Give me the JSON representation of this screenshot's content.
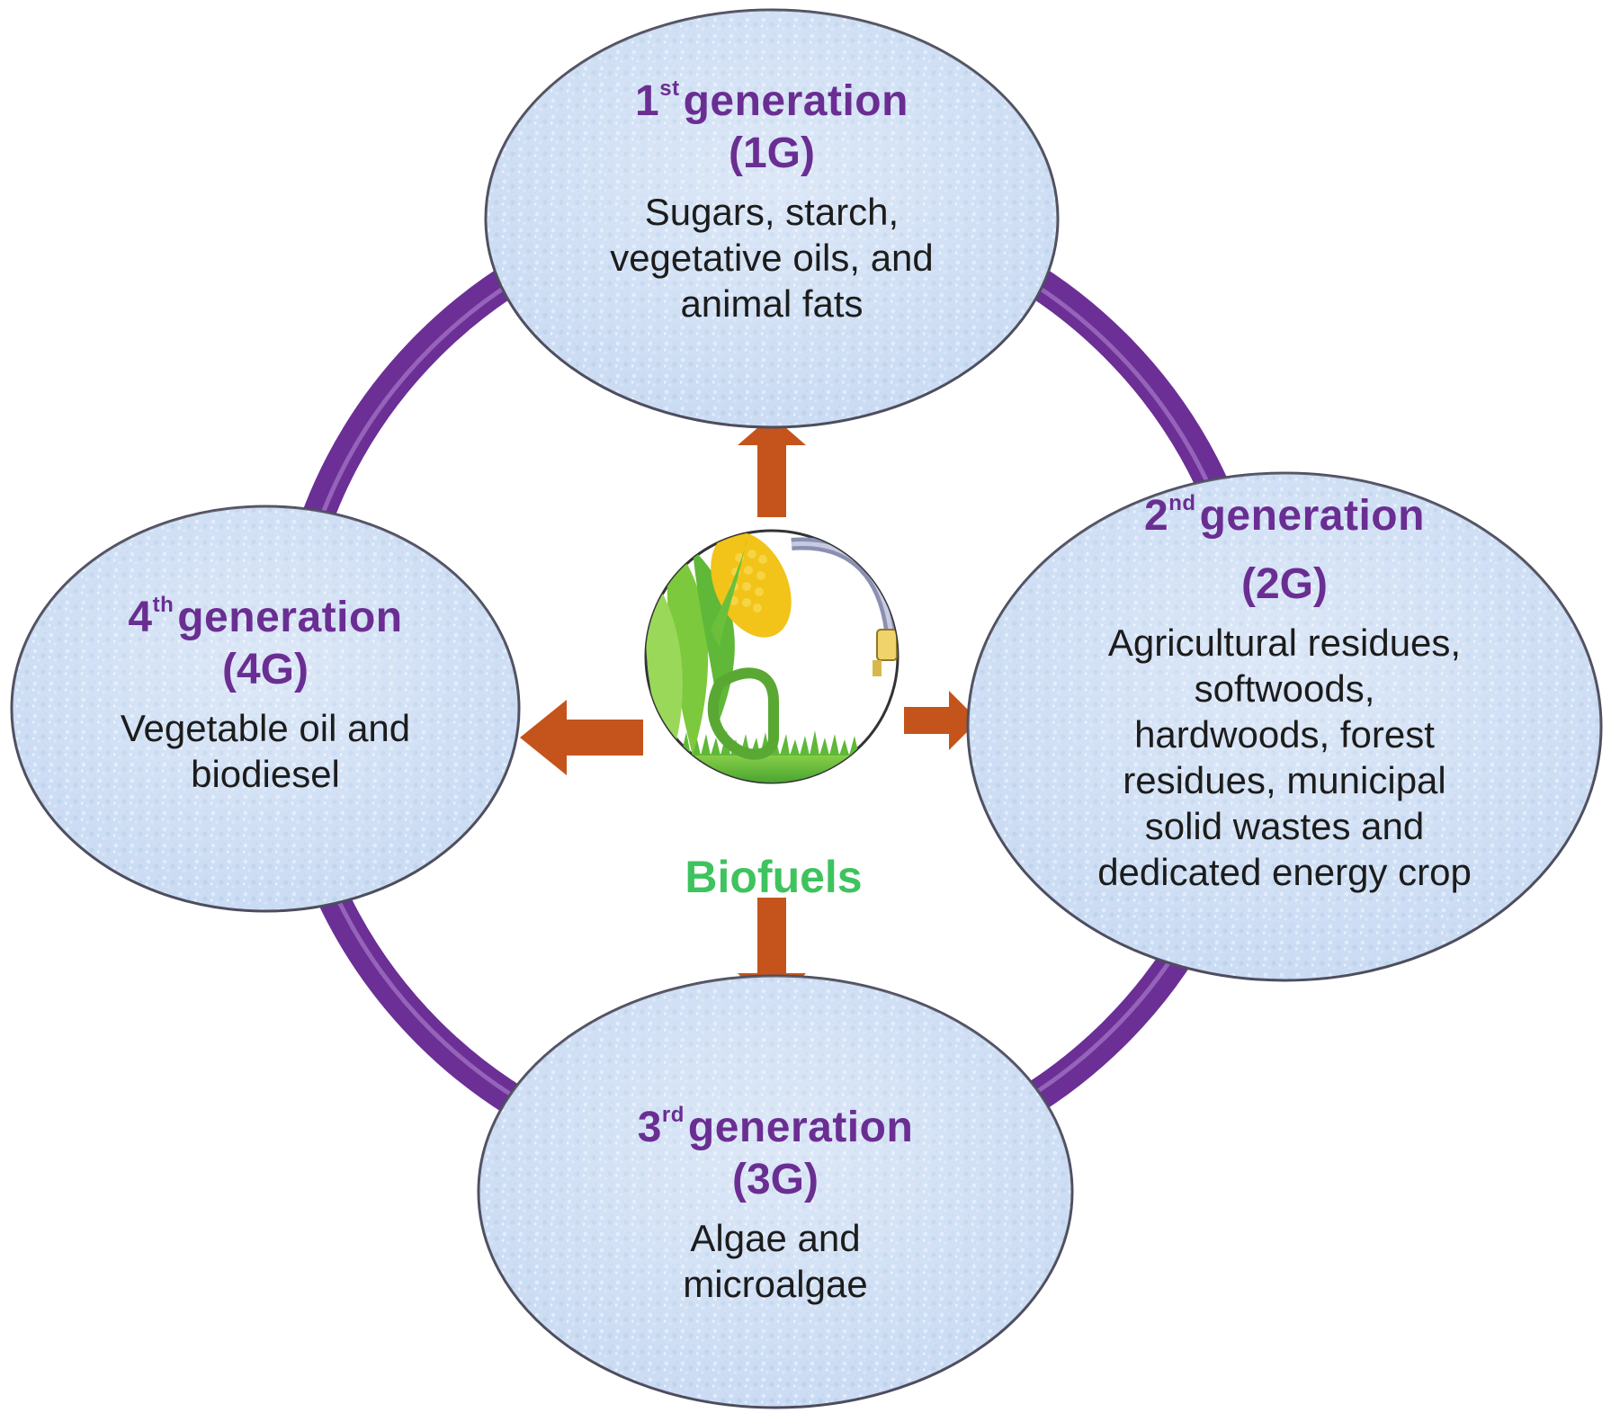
{
  "center": {
    "label": "Biofuels",
    "icon": "biofuel-leaf-fuel-nozzle-icon"
  },
  "generations": [
    {
      "id": "1G",
      "ordinal_num": "1",
      "ordinal_suffix": "st",
      "title_word": "generation",
      "code": "(1G)",
      "description": "Sugars, starch,\nvegetative oils, and\nanimal fats"
    },
    {
      "id": "2G",
      "ordinal_num": "2",
      "ordinal_suffix": "nd",
      "title_word": "generation",
      "code": "(2G)",
      "description": "Agricultural residues,\nsoftwoods,\nhardwoods, forest\nresidues, municipal\nsolid wastes and\ndedicated energy crop"
    },
    {
      "id": "3G",
      "ordinal_num": "3",
      "ordinal_suffix": "rd",
      "title_word": "generation",
      "code": "(3G)",
      "description": "Algae and\nmicroalgae"
    },
    {
      "id": "4G",
      "ordinal_num": "4",
      "ordinal_suffix": "th",
      "title_word": "generation",
      "code": "(4G)",
      "description": "Vegetable oil and\nbiodiesel"
    }
  ],
  "colors": {
    "ring": "#6b2f96",
    "ring_highlight": "#a679c7",
    "ellipse_fill": "#cfe0f5",
    "ellipse_stroke": "#4d4d5e",
    "arrow": "#c4541c",
    "title_text": "#6a2e92",
    "center_label": "#3ec35e"
  }
}
